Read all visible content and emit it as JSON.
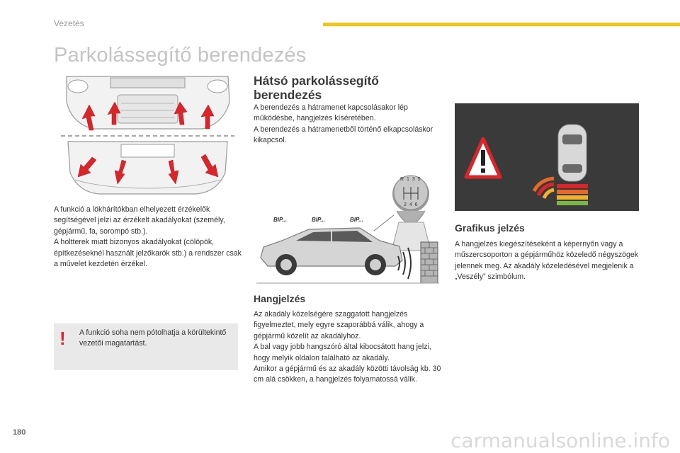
{
  "header": {
    "section": "Vezetés",
    "accent_color": "#f0c419"
  },
  "title": "Parkolássegítő berendezés",
  "left_column": {
    "intro": "A funkció a lökhárítókban elhelyezett érzékelők segítségével jelzi az érzékelt akadályokat (személy, gépjármű, fa, sorompó stb.).\nA holtterek miatt bizonyos akadályokat (cölöpök, építkezéseknél használt jelzőkarók stb.) a rendszer csak a művelet kezdetén érzékel.",
    "note": {
      "icon": "exclamation-mark",
      "text": "A funkció soha nem pótolhatja a körültekintő vezetői magatartást."
    }
  },
  "middle_column": {
    "heading": "Hátsó parkolássegítő berendezés",
    "text": "A berendezés a hátramenet kapcsolásakor lép működésbe, hangjelzés kíséretében.\nA berendezés a hátramenetből történő elkapcsoláskor kikapcsol.",
    "illustration": {
      "beeps": [
        "BIP...",
        "BIP...",
        "BIP..."
      ],
      "gear_top": "R 1 3 5",
      "gear_bottom": "2 4 6"
    },
    "sound_heading": "Hangjelzés",
    "sound_text": "Az akadály közelségére szaggatott hangjelzés figyelmeztet, mely egyre szaporábbá válik, ahogy a gépjármű közelít az akadályhoz.\nA bal vagy jobb hangszóró által kibocsátott hang jelzi, hogy melyik oldalon található az akadály.\nAmikor a gépjármű és az akadály közötti távolság kb. 30 cm alá csökken, a hangjelzés folyamatossá válik."
  },
  "right_column": {
    "graphic_heading": "Grafikus jelzés",
    "graphic_text": "A hangjelzés kiegészítéseként a képernyőn vagy a műszercsoporton a gépjárműhöz közeledő négyszögek jelennek meg. Az akadály közeledésével megjelenik a „Veszély” szimbólum."
  },
  "footer": {
    "page_number": "180",
    "watermark": "carmanualsonline.info"
  }
}
